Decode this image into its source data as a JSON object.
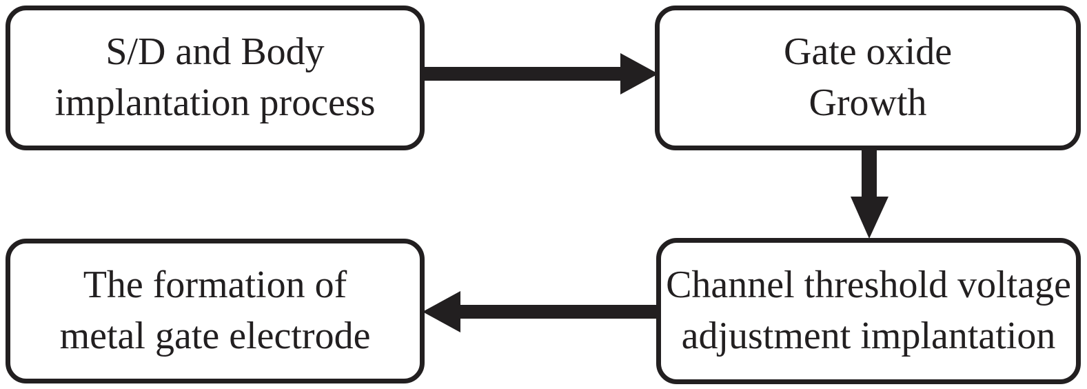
{
  "colors": {
    "ink": "#221f20",
    "background": "#ffffff"
  },
  "flowchart": {
    "type": "process-flow",
    "nodes": [
      {
        "id": "sd-body-implantation",
        "label": "S/D and Body\nimplantation process"
      },
      {
        "id": "gate-oxide-growth",
        "label": "Gate oxide\nGrowth"
      },
      {
        "id": "channel-vt-adjust-implantation",
        "label": "Channel threshold voltage\nadjustment implantation"
      },
      {
        "id": "metal-gate-formation",
        "label": "The formation of\nmetal gate electrode"
      }
    ],
    "edges": [
      {
        "from": "sd-body-implantation",
        "to": "gate-oxide-growth",
        "direction": "right"
      },
      {
        "from": "gate-oxide-growth",
        "to": "channel-vt-adjust-implantation",
        "direction": "down"
      },
      {
        "from": "channel-vt-adjust-implantation",
        "to": "metal-gate-formation",
        "direction": "left"
      }
    ]
  }
}
